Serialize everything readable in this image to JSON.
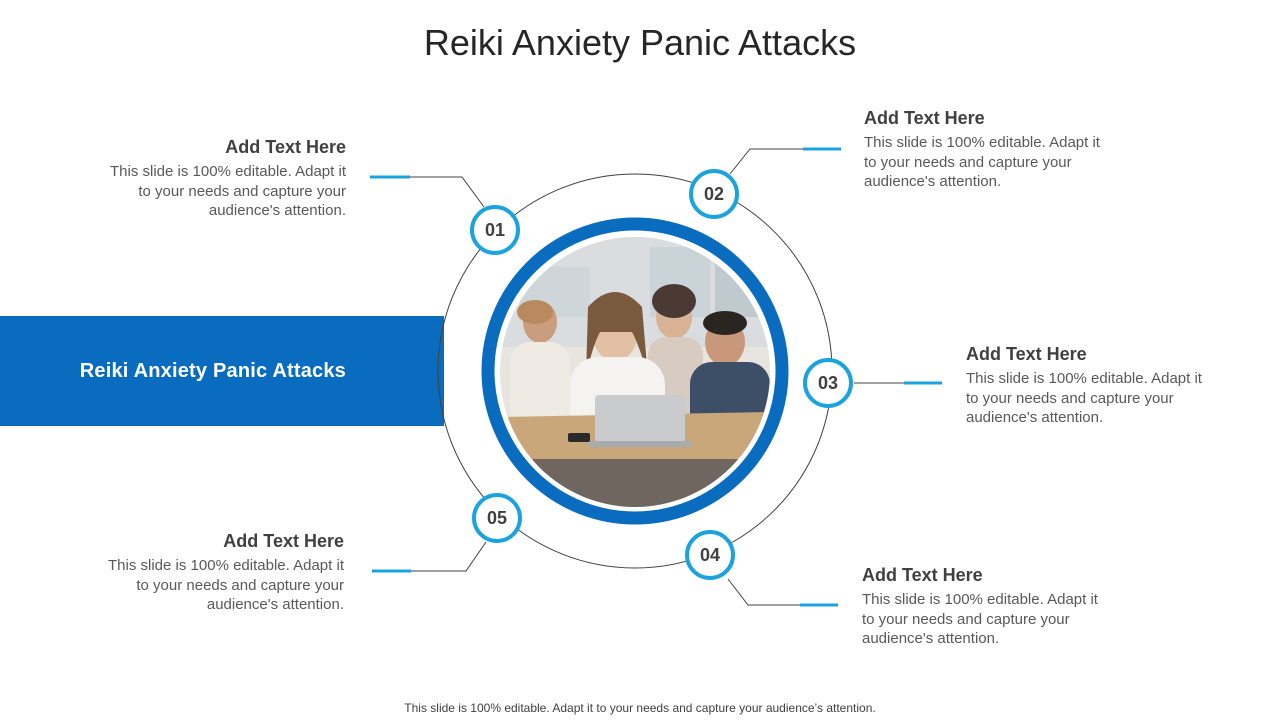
{
  "title": "Reiki Anxiety Panic Attacks",
  "center_label": "Reiki Anxiety Panic Attacks",
  "colors": {
    "accent": "#1aa3df",
    "band": "#0a6cbf",
    "ring": "#0a6cbf"
  },
  "items": [
    {
      "number": "01",
      "heading": "Add Text Here",
      "body": "This slide is 100% editable. Adapt it to your needs and capture your audience's attention."
    },
    {
      "number": "02",
      "heading": "Add Text Here",
      "body": "This slide is 100% editable. Adapt it to your needs and capture your audience's attention."
    },
    {
      "number": "03",
      "heading": "Add Text Here",
      "body": "This slide is 100% editable. Adapt it to your needs and capture your audience's attention."
    },
    {
      "number": "04",
      "heading": "Add Text Here",
      "body": "This slide is 100% editable. Adapt it to your needs and capture your audience's attention."
    },
    {
      "number": "05",
      "heading": "Add Text Here",
      "body": "This slide is 100% editable. Adapt it to your needs and capture your audience's attention."
    }
  ],
  "footer": "This slide is 100% editable. Adapt it to your needs and capture your audience’s attention."
}
